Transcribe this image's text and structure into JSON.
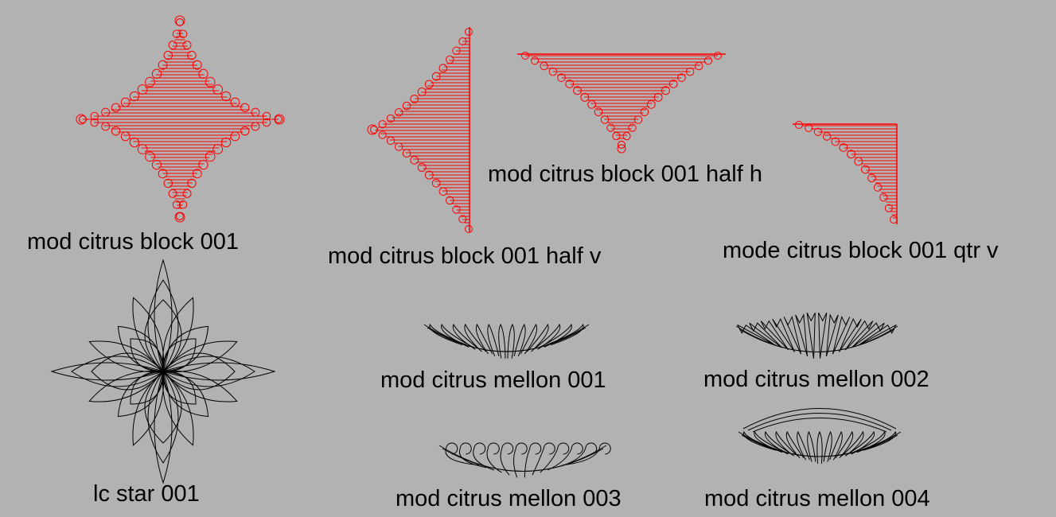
{
  "colors": {
    "background": "#b2b2b2",
    "hatch": "#ff0000",
    "outline": "#000000"
  },
  "patterns": [
    {
      "id": "block-001",
      "name": "mod citrus block 001"
    },
    {
      "id": "block-001-half-v",
      "name": "mod citrus block 001 half v"
    },
    {
      "id": "block-001-half-h",
      "name": "mod citrus block 001 half h"
    },
    {
      "id": "block-001-qtr-v",
      "name": "mode citrus block 001 qtr v"
    },
    {
      "id": "star-001",
      "name": "lc star 001"
    },
    {
      "id": "mellon-001",
      "name": "mod citrus mellon 001"
    },
    {
      "id": "mellon-002",
      "name": "mod citrus mellon 002"
    },
    {
      "id": "mellon-003",
      "name": "mod citrus mellon 003"
    },
    {
      "id": "mellon-004",
      "name": "mod citrus mellon 004"
    }
  ]
}
